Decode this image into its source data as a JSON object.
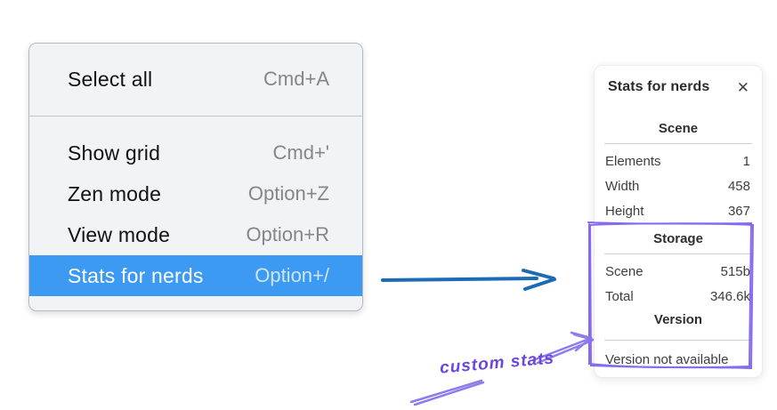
{
  "menu": {
    "sections": [
      {
        "items": [
          {
            "label": "Select all",
            "shortcut": "Cmd+A",
            "highlighted": false
          }
        ]
      },
      {
        "items": [
          {
            "label": "Show grid",
            "shortcut": "Cmd+'",
            "highlighted": false
          },
          {
            "label": "Zen mode",
            "shortcut": "Option+Z",
            "highlighted": false
          },
          {
            "label": "View mode",
            "shortcut": "Option+R",
            "highlighted": false
          },
          {
            "label": "Stats for nerds",
            "shortcut": "Option+/",
            "highlighted": true
          }
        ]
      }
    ],
    "highlight_color": "#3d9af2"
  },
  "stats_panel": {
    "title": "Stats for nerds",
    "close_glyph": "✕",
    "sections": [
      {
        "header": "Scene",
        "rows": [
          {
            "label": "Elements",
            "value": "1"
          },
          {
            "label": "Width",
            "value": "458"
          },
          {
            "label": "Height",
            "value": "367"
          }
        ]
      },
      {
        "header": "Storage",
        "rows": [
          {
            "label": "Scene",
            "value": "515b"
          },
          {
            "label": "Total",
            "value": "346.6k"
          }
        ]
      },
      {
        "header": "Version",
        "rows": [],
        "note": "Version not available"
      }
    ]
  },
  "annotations": {
    "custom_stats_label": "custom stats",
    "blue_arrow_color": "#1c6bb7",
    "purple_color": "#7a5cf0"
  }
}
